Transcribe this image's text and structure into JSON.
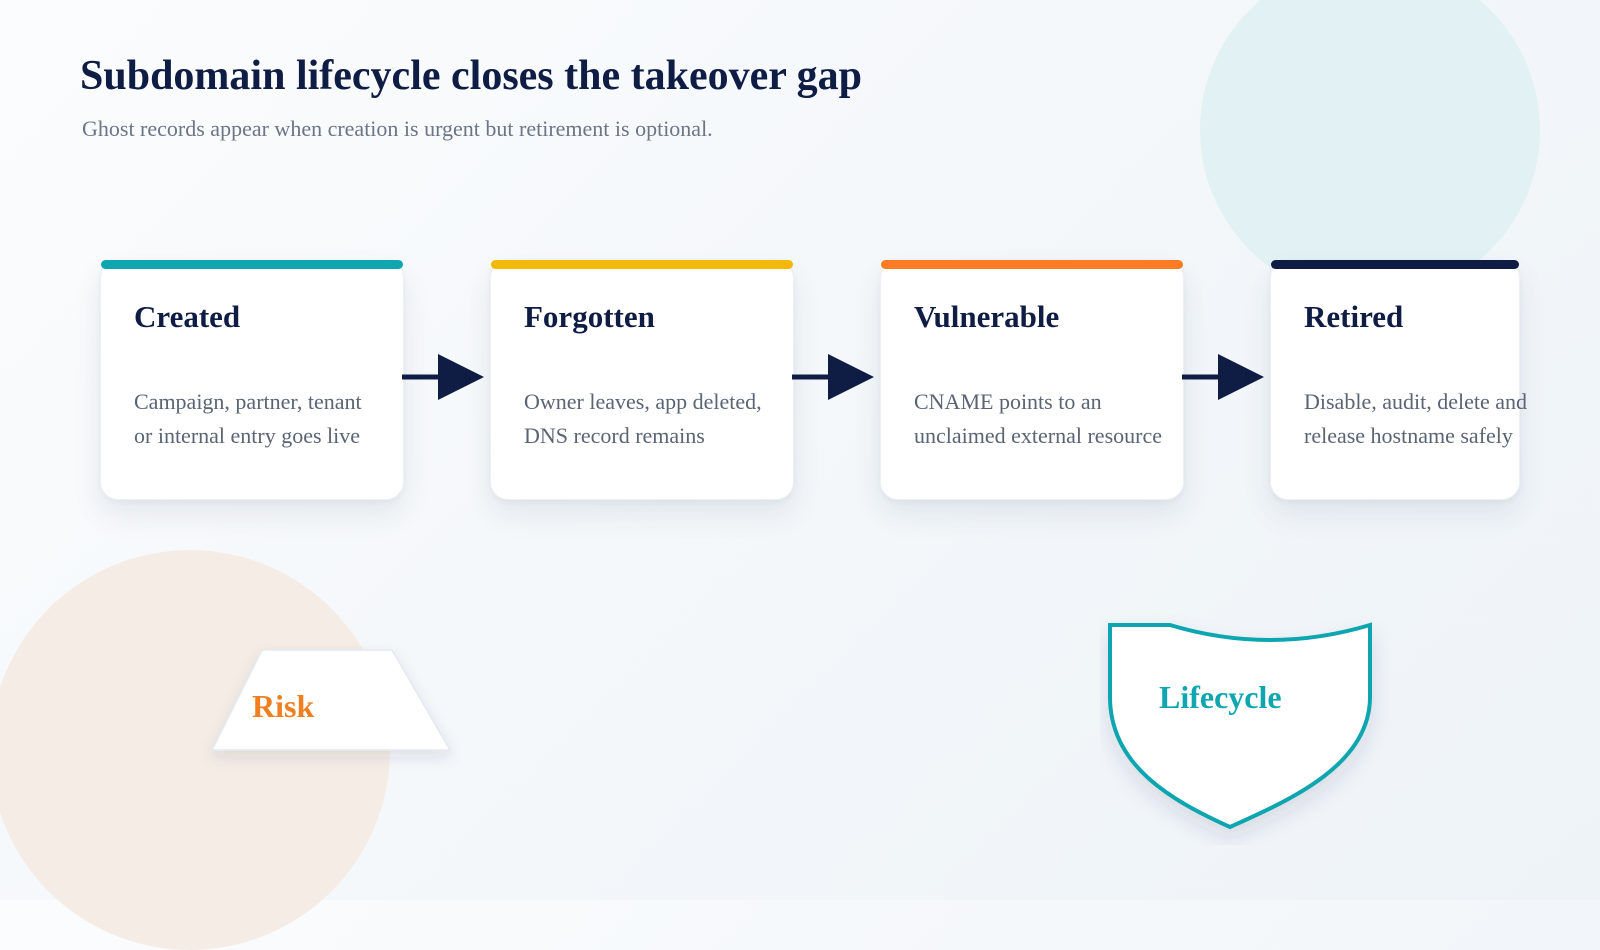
{
  "header": {
    "title": "Subdomain lifecycle closes the takeover gap",
    "subtitle": "Ghost records appear when creation is urgent but retirement is optional."
  },
  "stages": [
    {
      "title": "Created",
      "description": "Campaign, partner, tenant or internal entry goes live",
      "accent_color": "#10a6b0"
    },
    {
      "title": "Forgotten",
      "description": "Owner leaves, app deleted, DNS record remains",
      "accent_color": "#f2b80a"
    },
    {
      "title": "Vulnerable",
      "description": "CNAME points to an unclaimed external resource",
      "accent_color": "#fa7c24"
    },
    {
      "title": "Retired",
      "description": "Disable, audit, delete and release hostname safely",
      "accent_color": "#0f1d45"
    }
  ],
  "badges": {
    "risk": {
      "label": "Risk",
      "color": "#f07f22"
    },
    "lifecycle": {
      "label": "Lifecycle",
      "color": "#10a6b0"
    }
  },
  "colors": {
    "arrow": "#0f1d45",
    "text_dark": "#0f1d45",
    "text_muted": "#5a6474"
  },
  "icons": {
    "arrow": "arrow-right-icon",
    "risk_shape": "trapezoid-shape",
    "lifecycle_shape": "shield-shape"
  }
}
